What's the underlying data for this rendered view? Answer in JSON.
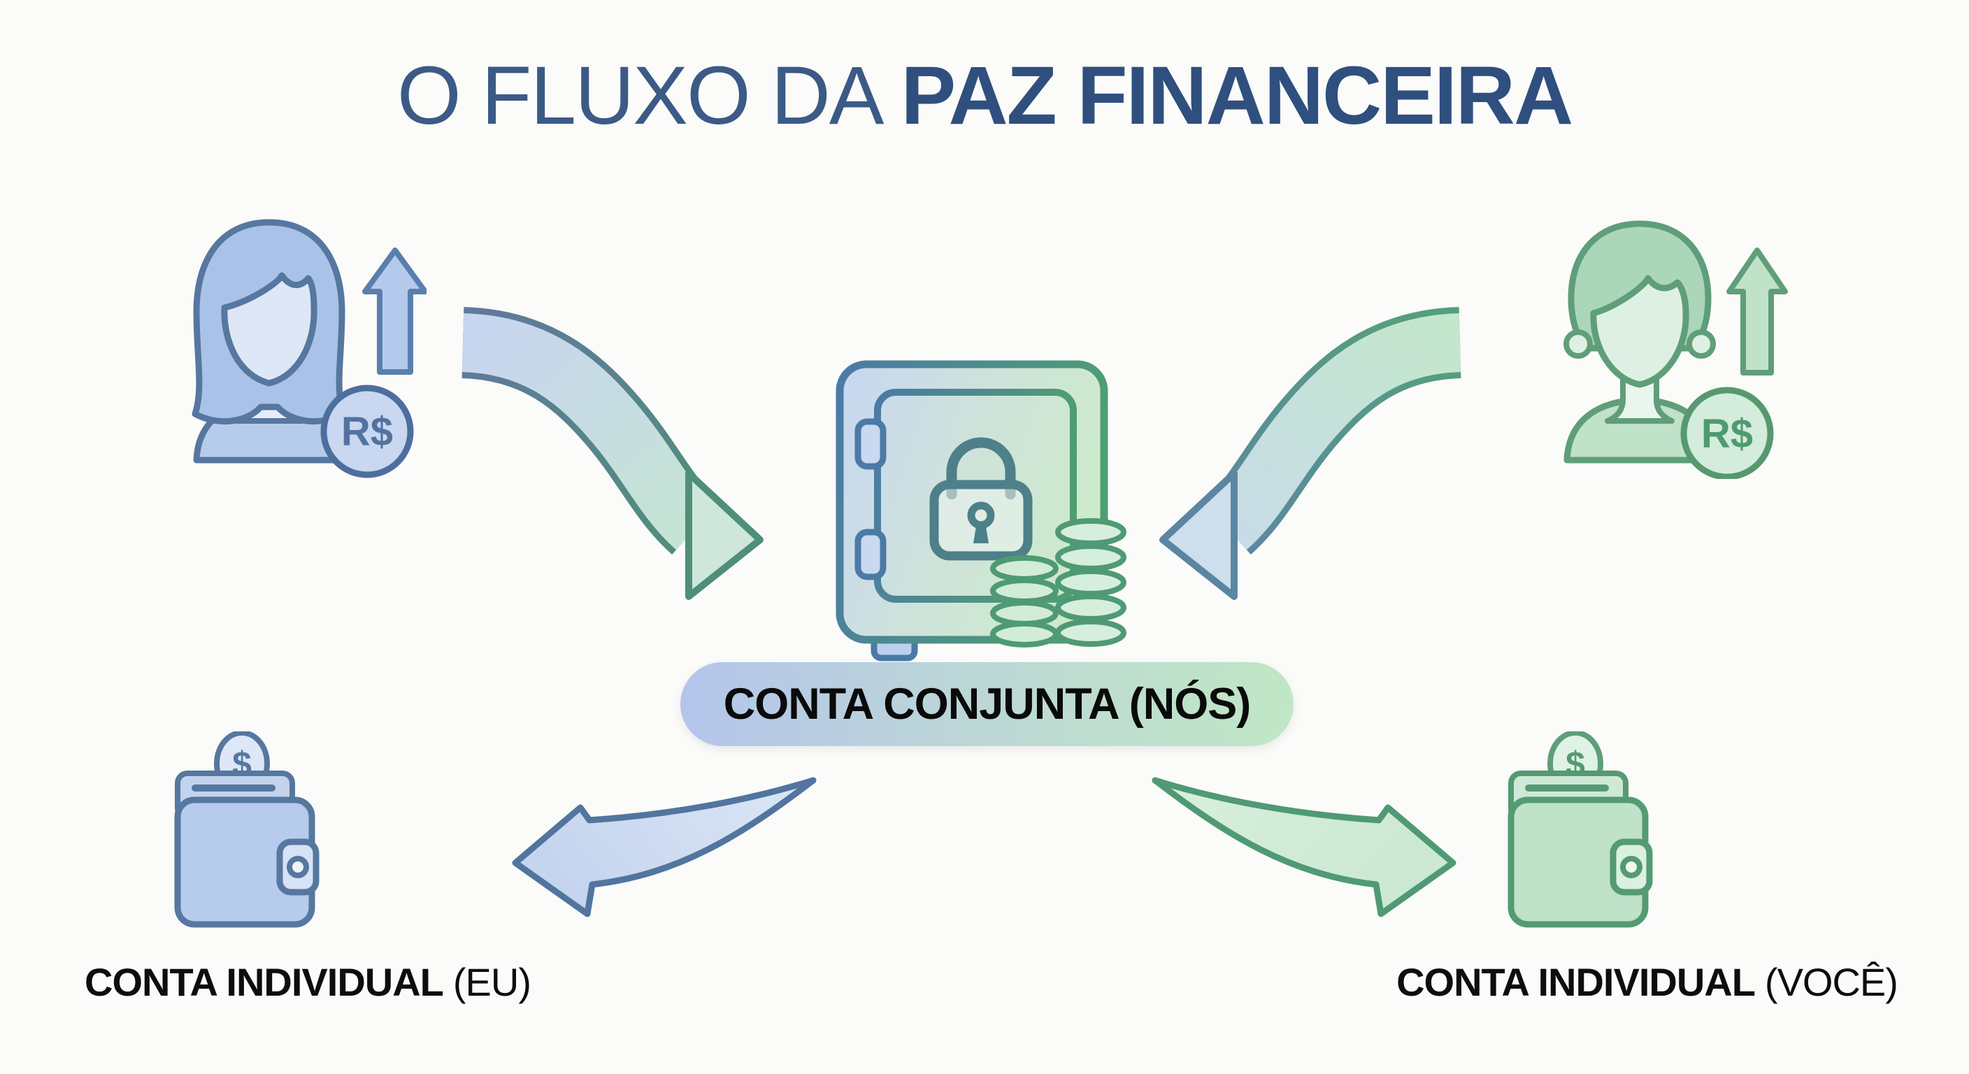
{
  "title": {
    "regular": "O FLUXO DA",
    "bold": "PAZ FINANCEIRA"
  },
  "joint_account": {
    "label": "CONTA CONJUNTA (NÓS)"
  },
  "left_person": {
    "currency_badge": "R$"
  },
  "right_person": {
    "currency_badge": "R$"
  },
  "left_wallet": {
    "coin_symbol": "$"
  },
  "right_wallet": {
    "coin_symbol": "$"
  },
  "left_account": {
    "label_bold": "CONTA INDIVIDUAL",
    "label_suffix": "(EU)"
  },
  "right_account": {
    "label_bold": "CONTA INDIVIDUAL",
    "label_suffix": "(VOCÊ)"
  },
  "colors": {
    "background": "#fbfbf9",
    "title_blue": "#3b5a85",
    "blue_outline": "#56779f",
    "blue_fill": "#b7cbec",
    "blue_hair": "#a9c2e8",
    "blue_face": "#dde7f6",
    "green_outline": "#5f9e79",
    "green_fill": "#bfe2c9",
    "green_hair": "#abd6ba",
    "green_face": "#def0e4",
    "safe_stroke_blue": "#4b7aa6",
    "safe_stroke_green": "#4f9e73",
    "pill_gradient_left": "#b4c5ec",
    "pill_gradient_right": "#c0e7c5",
    "label_text": "#0d0d0d"
  }
}
